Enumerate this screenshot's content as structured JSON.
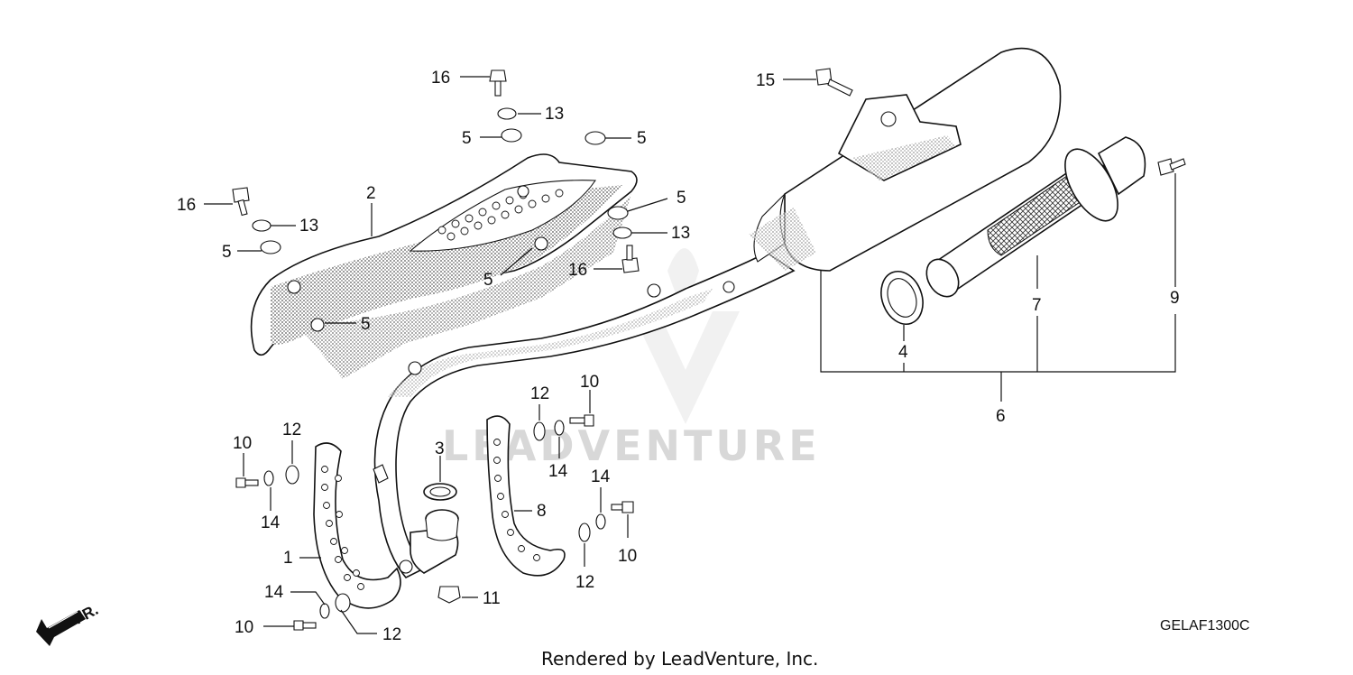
{
  "diagram": {
    "code": "GELAF1300C",
    "footer": "Rendered by LeadVenture, Inc.",
    "watermark": "LEADVENTURE",
    "direction_label": "FR.",
    "callouts": [
      {
        "id": "c16a",
        "text": "16"
      },
      {
        "id": "c13a",
        "text": "13"
      },
      {
        "id": "c5a",
        "text": "5"
      },
      {
        "id": "c5b",
        "text": "5"
      },
      {
        "id": "c15",
        "text": "15"
      },
      {
        "id": "c16b",
        "text": "16"
      },
      {
        "id": "c2",
        "text": "2"
      },
      {
        "id": "c13b",
        "text": "13"
      },
      {
        "id": "c5c",
        "text": "5"
      },
      {
        "id": "c5d",
        "text": "5"
      },
      {
        "id": "c13c",
        "text": "13"
      },
      {
        "id": "c16c",
        "text": "16"
      },
      {
        "id": "c5e",
        "text": "5"
      },
      {
        "id": "c5f",
        "text": "5"
      },
      {
        "id": "c7",
        "text": "7"
      },
      {
        "id": "c9",
        "text": "9"
      },
      {
        "id": "c4",
        "text": "4"
      },
      {
        "id": "c6",
        "text": "6"
      },
      {
        "id": "c12a",
        "text": "12"
      },
      {
        "id": "c10a",
        "text": "10"
      },
      {
        "id": "c10b",
        "text": "10"
      },
      {
        "id": "c12b",
        "text": "12"
      },
      {
        "id": "c3",
        "text": "3"
      },
      {
        "id": "c14a",
        "text": "14"
      },
      {
        "id": "c14b",
        "text": "14"
      },
      {
        "id": "c14c",
        "text": "14"
      },
      {
        "id": "c8",
        "text": "8"
      },
      {
        "id": "c1",
        "text": "1"
      },
      {
        "id": "c10c",
        "text": "10"
      },
      {
        "id": "c12c",
        "text": "12"
      },
      {
        "id": "c11",
        "text": "11"
      },
      {
        "id": "c14d",
        "text": "14"
      },
      {
        "id": "c10d",
        "text": "10"
      },
      {
        "id": "c12d",
        "text": "12"
      }
    ]
  }
}
